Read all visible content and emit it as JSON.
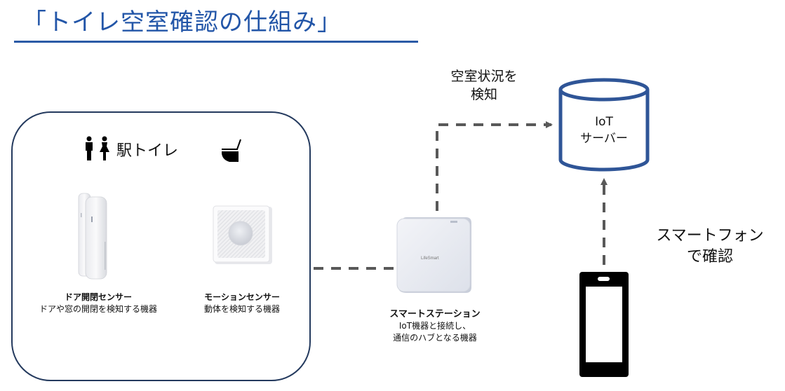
{
  "title": "「トイレ空室確認の仕組み」",
  "panel": {
    "title": "駅トイレ",
    "left_icon": "restroom-people-icon",
    "right_icon": "toilet-icon"
  },
  "devices": [
    {
      "name": "ドア開閉センサー",
      "description": "ドアや窓の開閉を検知する機器",
      "icon": "door-sensor-image"
    },
    {
      "name": "モーションセンサー",
      "description": "動体を検知する機器",
      "icon": "motion-sensor-image"
    }
  ],
  "station": {
    "name": "スマートステーション",
    "description_line1": "IoT機器と接続し、",
    "description_line2": "通信のハブとなる機器",
    "brand_label": "LifeSmart",
    "icon": "smart-station-image"
  },
  "server": {
    "line1": "IoT",
    "line2": "サーバー",
    "icon": "database-cylinder-icon"
  },
  "detect_label": {
    "line1": "空室状況を",
    "line2": "検知"
  },
  "smartphone_label": {
    "line1": "スマートフォン",
    "line2": "で確認",
    "icon": "smartphone-icon"
  },
  "colors": {
    "title": "#2356a8",
    "panel_border": "#243a5e",
    "server_border": "#2f5597",
    "connector": "#595959"
  }
}
